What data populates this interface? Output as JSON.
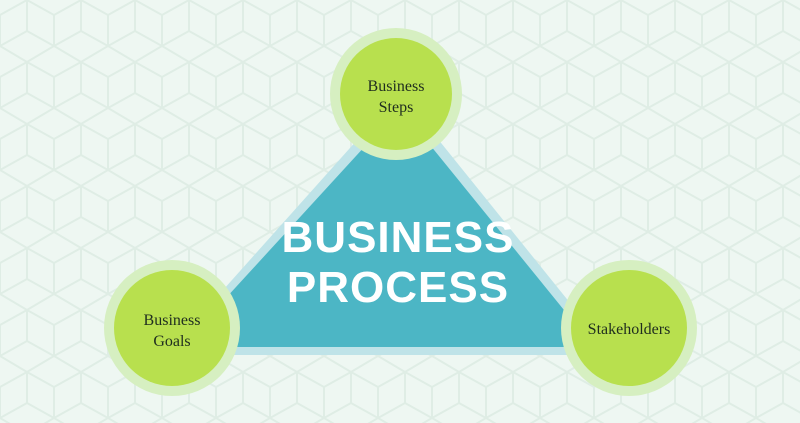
{
  "diagram": {
    "center": {
      "line1": "BUSINESS",
      "line2": "PROCESS"
    },
    "nodes": {
      "top": {
        "line1": "Business",
        "line2": "Steps"
      },
      "left": {
        "line1": "Business",
        "line2": "Goals"
      },
      "right": {
        "label": "Stakeholders"
      }
    }
  },
  "colors": {
    "background": "#eef7f2",
    "pattern": "#dcebe3",
    "triangle_fill": "#4cb6c5",
    "triangle_border": "#bfe3e8",
    "node_fill": "#b8e04e",
    "node_ring": "#d6efc1",
    "center_text": "#ffffff",
    "node_text": "#1f2d1f"
  }
}
